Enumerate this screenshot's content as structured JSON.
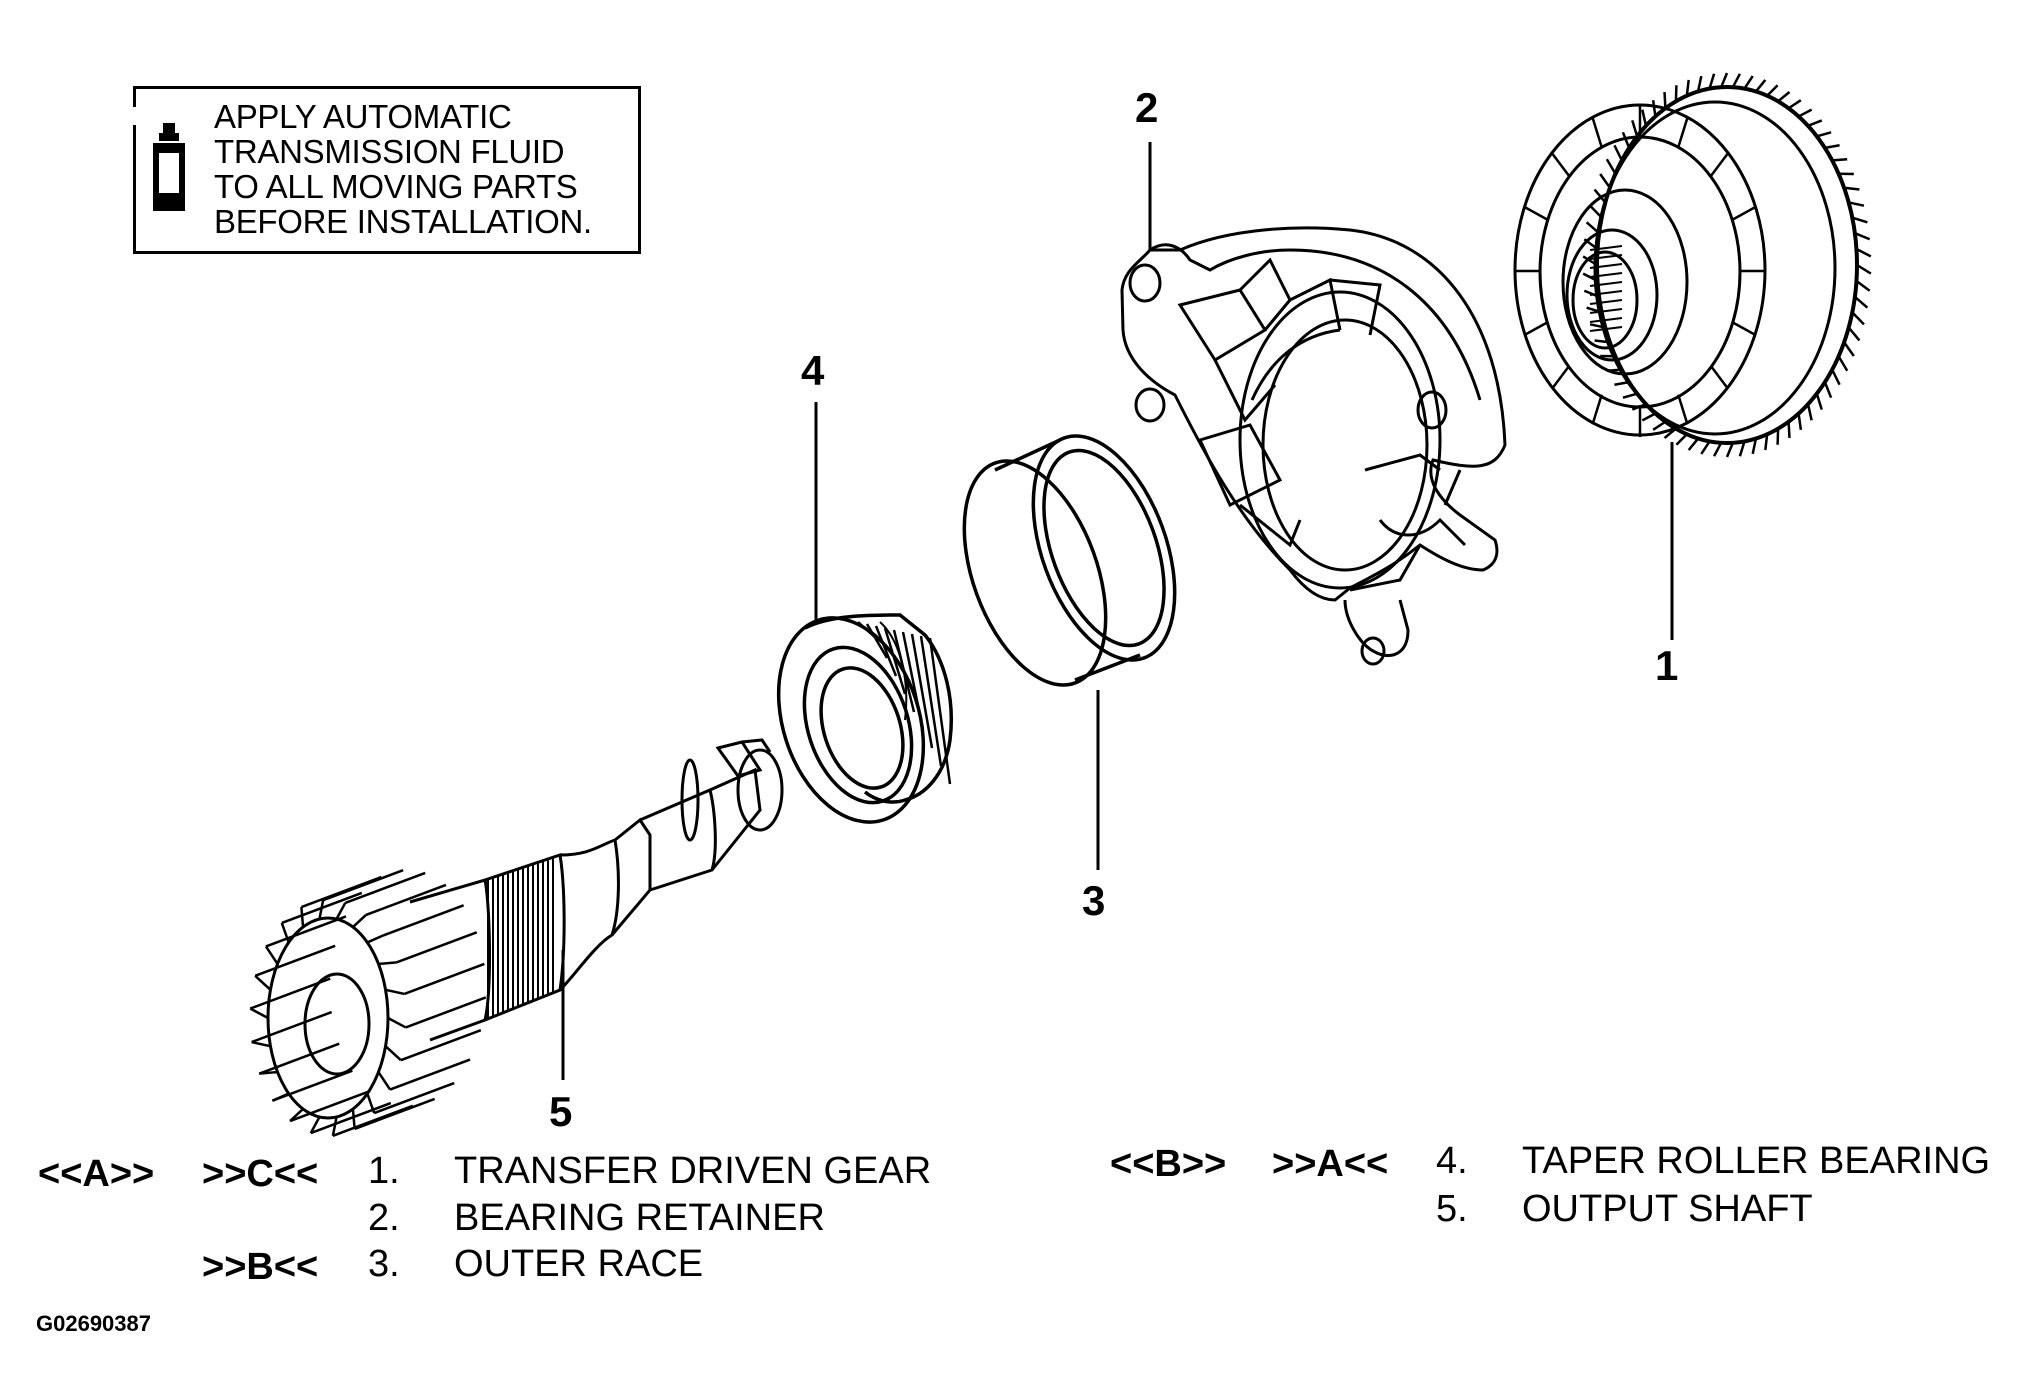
{
  "note": {
    "lines": [
      "APPLY AUTOMATIC",
      "TRANSMISSION FLUID",
      "TO ALL MOVING PARTS",
      "BEFORE INSTALLATION."
    ],
    "icon": "oil-bottle-icon"
  },
  "callouts": [
    "1",
    "2",
    "3",
    "4",
    "5"
  ],
  "legend": {
    "left": [
      {
        "refs": [
          "<<A>>",
          ">>C<<"
        ],
        "num": "1.",
        "name": "TRANSFER DRIVEN GEAR"
      },
      {
        "refs": [],
        "num": "2.",
        "name": "BEARING RETAINER"
      },
      {
        "refs": [
          ">>B<<"
        ],
        "num": "3.",
        "name": "OUTER RACE"
      }
    ],
    "right": [
      {
        "refs": [
          "<<B>>",
          ">>A<<"
        ],
        "num": "4.",
        "name": "TAPER ROLLER BEARING"
      },
      {
        "refs": [],
        "num": "5.",
        "name": "OUTPUT SHAFT"
      }
    ]
  },
  "figure_id": "G02690387"
}
